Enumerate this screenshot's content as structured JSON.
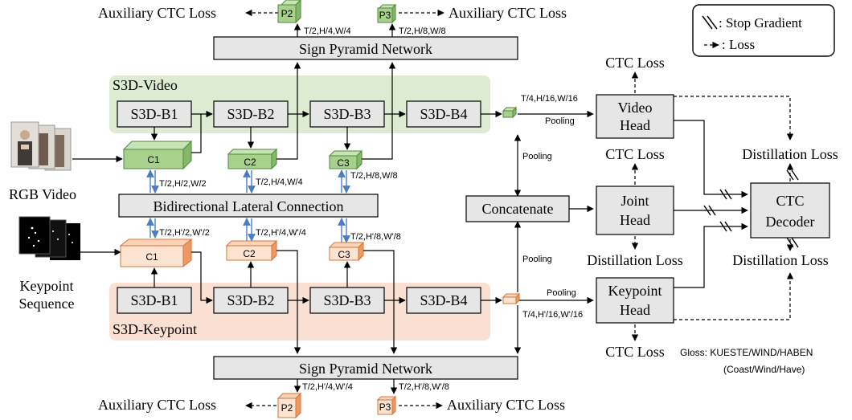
{
  "legend": {
    "stop_gradient": ": Stop Gradient",
    "loss": ": Loss"
  },
  "top": {
    "aux_loss_left": "Auxiliary CTC Loss",
    "aux_loss_right": "Auxiliary CTC Loss",
    "p2": "P2",
    "p3": "P3",
    "p2_dim": "T/2,H/4,W/4",
    "p3_dim": "T/2,H/8,W/8",
    "spn": "Sign Pyramid Network"
  },
  "video_stream": {
    "title": "S3D-Video",
    "blocks": [
      "S3D-B1",
      "S3D-B2",
      "S3D-B3",
      "S3D-B4"
    ],
    "cubes": [
      "C1",
      "C2",
      "C3"
    ],
    "dims": [
      "T/2,H/2,W/2",
      "T/2,H/4,W/4",
      "T/2,H/8,W/8"
    ],
    "out_dim": "T/4,H/16,W/16",
    "input_label": "RGB Video"
  },
  "blc": "Bidirectional Lateral Connection",
  "keypoint_stream": {
    "title": "S3D-Keypoint",
    "blocks": [
      "S3D-B1",
      "S3D-B2",
      "S3D-B3",
      "S3D-B4"
    ],
    "cubes": [
      "C1",
      "C2",
      "C3"
    ],
    "dims": [
      "T/2,H'/2,W'/2",
      "T/2,H'/4,W'/4",
      "T/2,H'/8,W'/8"
    ],
    "out_dim": "T/4,H'/16,W'/16",
    "input_label_1": "Keypoint",
    "input_label_2": "Sequence"
  },
  "bottom": {
    "spn": "Sign Pyramid Network",
    "aux_loss_left": "Auxiliary CTC Loss",
    "aux_loss_right": "Auxiliary CTC Loss",
    "p2": "P2",
    "p3": "P3",
    "p2_dim": "T/2,H'/4,W'/4",
    "p3_dim": "T/2,H'/8,W'/8"
  },
  "pooling": "Pooling",
  "concatenate": "Concatenate",
  "heads": {
    "video_1": "Video",
    "video_2": "Head",
    "joint_1": "Joint",
    "joint_2": "Head",
    "keypoint_1": "Keypoint",
    "keypoint_2": "Head"
  },
  "losses": {
    "ctc_video": "CTC Loss",
    "ctc_joint": "CTC Loss",
    "ctc_keypoint": "CTC Loss",
    "distill_top": "Distillation Loss",
    "distill_joint": "Distillation Loss",
    "distill_bottom": "Distillation Loss"
  },
  "decoder": {
    "line1": "CTC",
    "line2": "Decoder"
  },
  "gloss": {
    "line1": "Gloss: KUESTE/WIND/HABEN",
    "line2": "(Coast/Wind/Have)"
  },
  "colors": {
    "video_bg": "#dcebd2",
    "keypoint_bg": "#f9e0d3",
    "green_cube": "#a9d18e",
    "orange_cube": "#f4b183",
    "blue_arrow": "#4a7ec4",
    "box_gray": "#e6e6e6"
  }
}
